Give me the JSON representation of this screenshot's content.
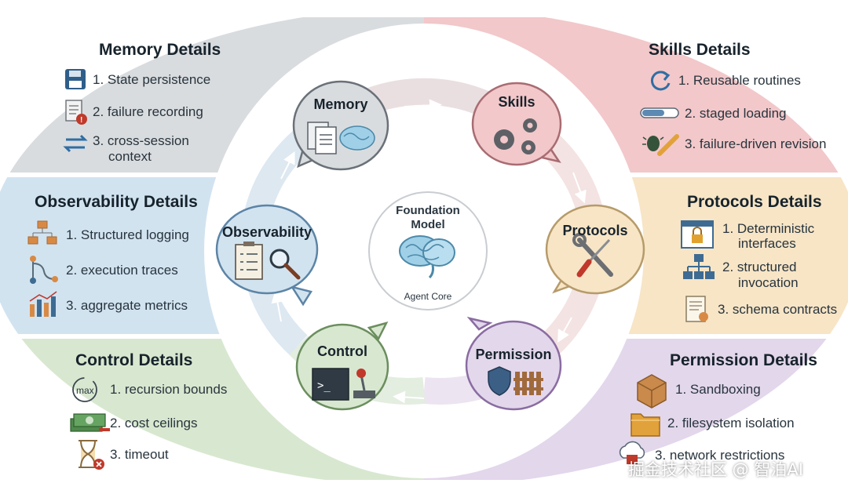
{
  "center": {
    "title": "Foundation\nModel",
    "subtitle": "Agent Core",
    "icon": "brain-icon"
  },
  "colors": {
    "memory": "#d9dcdf",
    "skills": "#f2c8ca",
    "observability": "#d2e3f0",
    "protocols": "#f7e5c6",
    "control": "#d8e8d0",
    "permission": "#e3d7ec",
    "ring": "#e8ebee"
  },
  "bubbles": {
    "memory": "Memory",
    "skills": "Skills",
    "protocols": "Protocols",
    "permission": "Permission",
    "control": "Control",
    "observability": "Observability"
  },
  "panels": {
    "memory": {
      "title": "Memory Details",
      "items": [
        "1. State persistence",
        "2. failure recording",
        "3. cross-session",
        "context"
      ]
    },
    "skills": {
      "title": "Skills Details",
      "items": [
        "1. Reusable routines",
        "2. staged loading",
        "3. failure-driven revision"
      ]
    },
    "observability": {
      "title": "Observability Details",
      "items": [
        "1. Structured logging",
        "2. execution traces",
        "3. aggregate metrics"
      ]
    },
    "protocols": {
      "title": "Protocols Details",
      "items": [
        "1. Deterministic",
        "interfaces",
        "2. structured",
        "invocation",
        "3. schema contracts"
      ]
    },
    "control": {
      "title": "Control Details",
      "items": [
        "1. recursion bounds",
        "2. cost ceilings",
        "3. timeout"
      ],
      "max_label": "max"
    },
    "permission": {
      "title": "Permission Details",
      "items": [
        "1. Sandboxing",
        "2. filesystem isolation",
        "3. network restrictions"
      ]
    }
  },
  "watermark": "掘金技术社区 @ 智泊AI"
}
